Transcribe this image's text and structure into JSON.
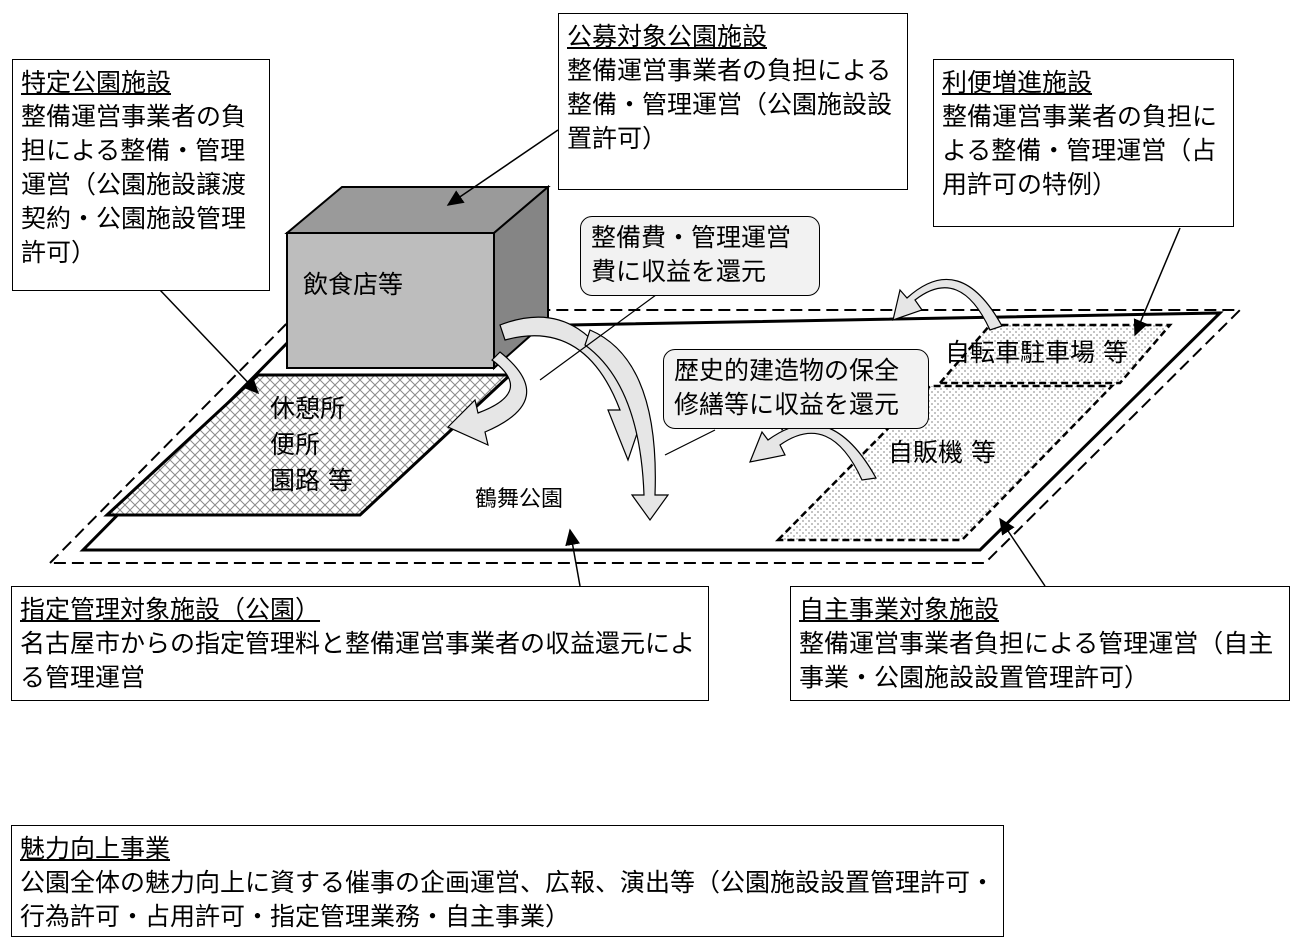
{
  "boxes": {
    "tokutei": {
      "title": "特定公園施設",
      "body": "整備運営事業者の負担による整備・管理運営（公園施設譲渡契約・公園施設管理許可）"
    },
    "kobo": {
      "title": "公募対象公園施設",
      "body": "整備運営事業者の負担による整備・管理運営（公園施設設置許可）"
    },
    "riben": {
      "title": "利便増進施設",
      "body": "整備運営事業者の負担による整備・管理運営（占用許可の特例）"
    },
    "shitei": {
      "title": "指定管理対象施設（公園）",
      "body": "名古屋市からの指定管理料と整備運営事業者の収益還元による管理運営"
    },
    "jishu": {
      "title": "自主事業対象施設",
      "body": "整備運営事業者負担による管理運営（自主事業・公園施設設置管理許可）"
    },
    "miryoku": {
      "title": "魅力向上事業",
      "body": "公園全体の魅力向上に資する催事の企画運営、広報、演出等（公園施設設置管理許可・行為許可・占用許可・指定管理業務・自主事業）"
    }
  },
  "callouts": {
    "seibihi": "整備費・管理運営費に収益を還元",
    "rekishi": "歴史的建造物の保全修繕等に収益を還元"
  },
  "labels": {
    "restaurant": "飲食店等",
    "rest_area_1": "休憩所",
    "rest_area_2": "便所",
    "rest_area_3": "園路 等",
    "park": "鶴舞公園",
    "bicycle": "自転車駐車場 等",
    "vending": "自販機 等"
  }
}
